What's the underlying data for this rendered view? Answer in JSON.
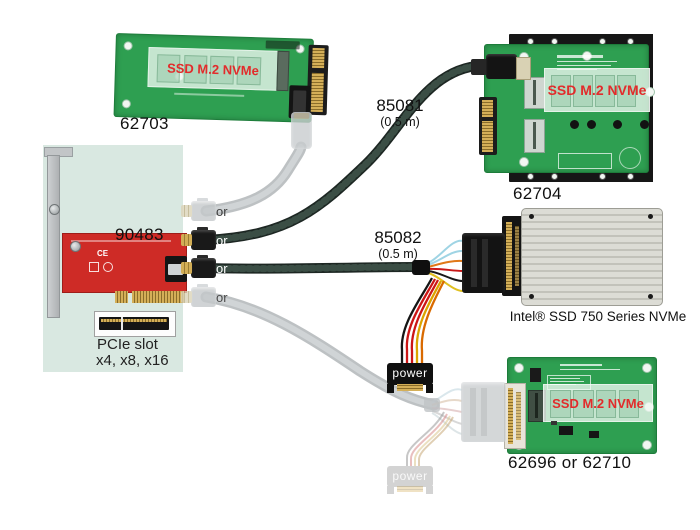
{
  "components": {
    "adapter_62703": {
      "part_number": "62703",
      "ssd_overlay": "SSD M.2 NVMe"
    },
    "adapter_62704": {
      "part_number": "62704",
      "ssd_overlay": "SSD M.2 NVMe"
    },
    "pcie_card_90483": {
      "part_number": "90483",
      "ce_mark": "CE"
    },
    "pcie_slot": {
      "title": "PCIe slot",
      "sizes": "x4, x8, x16"
    },
    "intel_ssd": {
      "label": "Intel® SSD 750 Series NVMe"
    },
    "adapter_62696": {
      "part_number": "62696 or 62710",
      "ssd_overlay": "SSD M.2 NVMe"
    }
  },
  "cables": {
    "cable_85081": {
      "part_number": "85081",
      "length": "(0.5 m)"
    },
    "cable_85082": {
      "part_number": "85082",
      "length": "(0.5 m)"
    },
    "or_labels": [
      "or",
      "or",
      "or",
      "or"
    ],
    "power_connector": {
      "label": "power"
    },
    "power_connector_ghost": {
      "label": "power"
    }
  },
  "colors": {
    "pcb_green": "#2e9f51",
    "card_red": "#ce2b26",
    "panel_mint": "#d9e8e1",
    "overlay_text_red": "#e22b2b",
    "cable_black": "#222e29",
    "cable_ghost": "#c9cdcf",
    "gold": "#d2ae56"
  }
}
